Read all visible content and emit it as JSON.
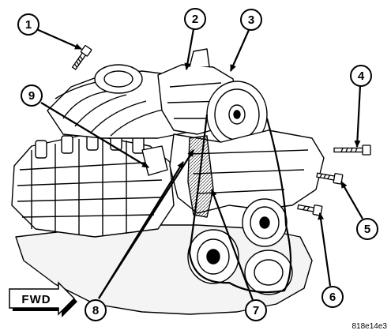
{
  "callouts": {
    "c1": "1",
    "c2": "2",
    "c3": "3",
    "c4": "4",
    "c5": "5",
    "c6": "6",
    "c7": "7",
    "c8": "8",
    "c9": "9"
  },
  "direction_label": "FWD",
  "figure_id": "818e14e3",
  "colors": {
    "ink": "#000000",
    "paper": "#ffffff",
    "shade": "#d8d8d8"
  }
}
